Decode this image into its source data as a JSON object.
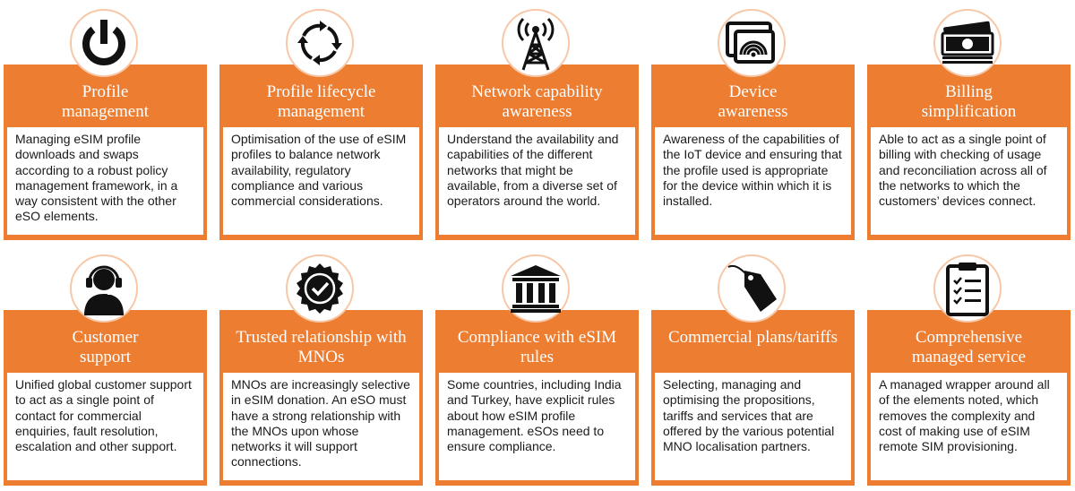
{
  "cards": [
    {
      "icon": "power-icon",
      "title": "Profile\nmanagement",
      "text": "Managing eSIM profile downloads and swaps according to a robust policy management framework, in a way consistent with the other eSO elements."
    },
    {
      "icon": "refresh-cycle-icon",
      "title": "Profile lifecycle\nmanagement",
      "text": "Optimisation of the use of eSIM profiles to balance network availability, regulatory compliance and various commercial considerations."
    },
    {
      "icon": "cell-tower-icon",
      "title": "Network capability\nawareness",
      "text": "Understand the availability and capabilities of the different networks that might be available, from a diverse set of operators around the world."
    },
    {
      "icon": "connected-device-icon",
      "title": "Device\nawareness",
      "text": "Awareness of the capabilities of the IoT device and ensuring that the profile used is appropriate for the device within which it is installed."
    },
    {
      "icon": "money-stack-icon",
      "title": "Billing\nsimplification",
      "text": "Able to act as a single point of billing with checking of usage and reconciliation across all of the networks to which the customers’ devices connect."
    },
    {
      "icon": "headset-agent-icon",
      "title": "Customer\nsupport",
      "text": "Unified global customer support to act as a single point of contact for commercial enquiries, fault resolution, escalation and other support."
    },
    {
      "icon": "verified-badge-icon",
      "title": "Trusted relationship with\nMNOs",
      "text": "MNOs are increasingly selective in eSIM donation. An eSO must have a strong relationship with the MNOs upon whose networks it will support connections."
    },
    {
      "icon": "institution-icon",
      "title": "Compliance with eSIM\nrules",
      "text": "Some countries, including India and Turkey, have explicit rules about how eSIM profile management. eSOs need to ensure compliance."
    },
    {
      "icon": "price-tag-icon",
      "title": "Commercial plans/tariffs",
      "text": "Selecting, managing and optimising the propositions, tariffs and services that are offered by the various potential MNO localisation partners."
    },
    {
      "icon": "clipboard-checklist-icon",
      "title": "Comprehensive\nmanaged service",
      "text": "A managed wrapper around all of the elements noted, which removes the complexity and cost of making use of eSIM remote SIM provisioning."
    }
  ]
}
